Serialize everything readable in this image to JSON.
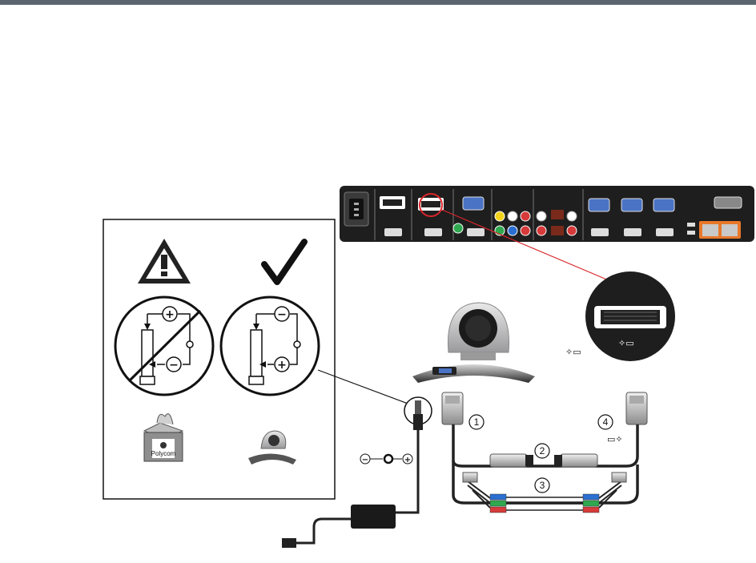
{
  "header": {
    "bar_color": "#5b6570"
  },
  "callouts": [
    {
      "id": "1",
      "label": "1"
    },
    {
      "id": "2",
      "label": "2"
    },
    {
      "id": "3",
      "label": "3"
    },
    {
      "id": "4",
      "label": "4"
    }
  ],
  "polarity": {
    "wrong_icon": "warning-triangle-icon",
    "right_icon": "checkmark-icon",
    "brand_text": "Polycom"
  },
  "colors": {
    "panel": "#1e1e1e",
    "lan": "#e8782a",
    "callout_line": "#d9262b",
    "yellow": "#f3d21c",
    "red": "#d63a3a",
    "green": "#2fa84f",
    "blue": "#2a6fd1"
  }
}
